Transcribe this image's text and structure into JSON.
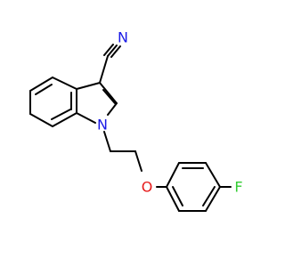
{
  "molecule": {
    "atoms": {
      "nitrile_n": {
        "symbol": "N",
        "color": "#1a1ae6"
      },
      "indole_n": {
        "symbol": "N",
        "color": "#1a1ae6"
      },
      "ether_o": {
        "symbol": "O",
        "color": "#e61a1a"
      },
      "fluorine": {
        "symbol": "F",
        "color": "#33cc33"
      }
    }
  }
}
